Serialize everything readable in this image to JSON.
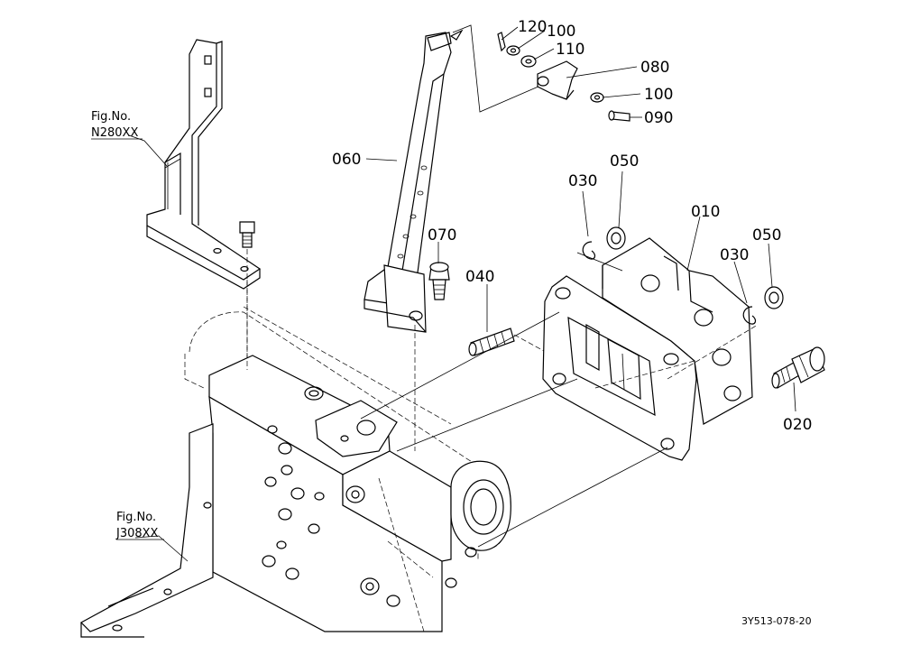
{
  "part_labels": {
    "p010": "010",
    "p020": "020",
    "p030a": "030",
    "p030b": "030",
    "p040": "040",
    "p050a": "050",
    "p050b": "050",
    "p060": "060",
    "p070": "070",
    "p080": "080",
    "p090": "090",
    "p100a": "100",
    "p100b": "100",
    "p110": "110",
    "p120": "120"
  },
  "figure_refs": {
    "upper": {
      "line1": "Fig.No.",
      "line2": "N280XX"
    },
    "lower": {
      "line1": "Fig.No.",
      "line2": "J308XX"
    }
  },
  "drawing_code": "3Y513-078-20"
}
